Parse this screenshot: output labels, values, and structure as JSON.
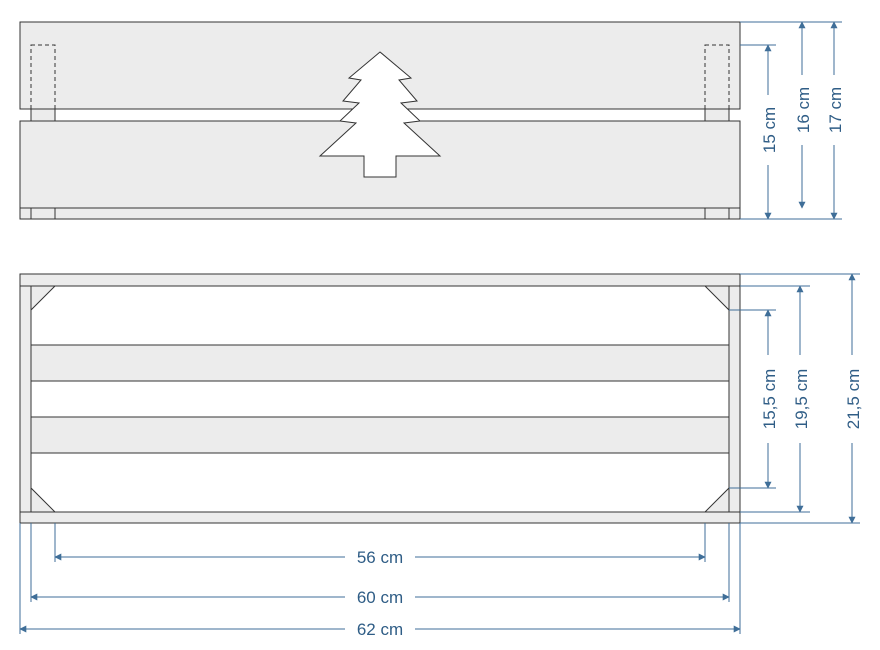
{
  "colors": {
    "line": "#333333",
    "board": "#ececec",
    "dimension": "#3f6e98",
    "background": "#ffffff"
  },
  "dimensions": {
    "height_15": "15 cm",
    "height_16": "16 cm",
    "height_17": "17 cm",
    "depth_15_5": "15,5 cm",
    "depth_19_5": "19,5 cm",
    "depth_21_5": "21,5 cm",
    "inner_length": "56 cm",
    "mid_length": "60 cm",
    "outer_length": "62 cm"
  }
}
